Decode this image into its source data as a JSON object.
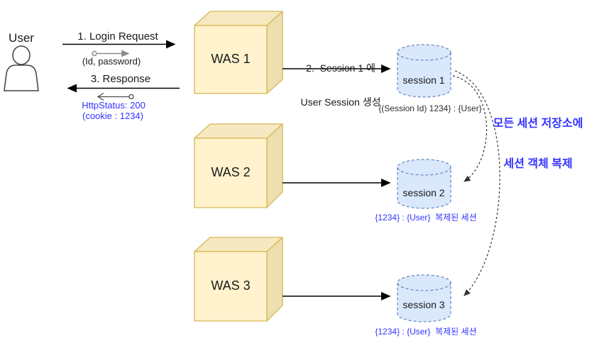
{
  "colors": {
    "blue_text": "#3333FF",
    "cube_fill": "#FFF2CC",
    "cube_top_fill": "#F6E9C2",
    "cube_side_fill": "#EDDFAF",
    "cube_stroke": "#D6B656",
    "cylinder_fill": "#DAE8FC",
    "cylinder_stroke": "#6C8EBF"
  },
  "user": {
    "label": "User"
  },
  "flows": {
    "login_request": {
      "label": "1. Login Request",
      "payload": "(Id, password)"
    },
    "response": {
      "label": "3. Response",
      "status": "HttpStatus: 200",
      "cookie": "(cookie : 1234)"
    },
    "session_create": {
      "line1": "2.  Session 1 에",
      "line2": "User Session 생성"
    }
  },
  "servers": [
    {
      "label": "WAS 1"
    },
    {
      "label": "WAS 2"
    },
    {
      "label": "WAS 3"
    }
  ],
  "sessions": [
    {
      "label": "session 1",
      "caption": "{(Session Id) 1234} : {User}"
    },
    {
      "label": "session 2",
      "caption": "{1234} : {User}  복제된 세션"
    },
    {
      "label": "session 3",
      "caption": "{1234} : {User}  복제된 세션"
    }
  ],
  "replication_note": {
    "line1": "모든 세션 저장소에",
    "line2": "세션 객체 복제"
  }
}
